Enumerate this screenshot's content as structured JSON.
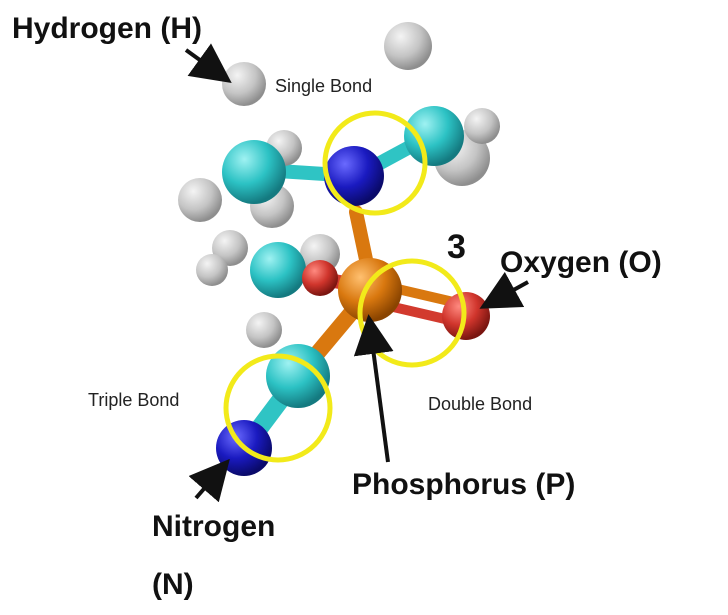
{
  "labels": {
    "hydrogen": "Hydrogen (H)",
    "single_bond": "Single Bond",
    "number": "3",
    "oxygen": "Oxygen (O)",
    "triple_bond": "Triple Bond",
    "double_bond": "Double Bond",
    "phosphorus": "Phosphorus (P)",
    "nitrogen": "Nitrogen",
    "nitrogen_symbol": "(N)"
  },
  "colors": {
    "hydrogen": "#c8c8c8",
    "carbon": "#2fc4c4",
    "nitrogen": "#1a1ab8",
    "oxygen": "#d23a2e",
    "phosphorus": "#d9780f",
    "highlight": "#f2ea1a",
    "arrow": "#111111"
  }
}
